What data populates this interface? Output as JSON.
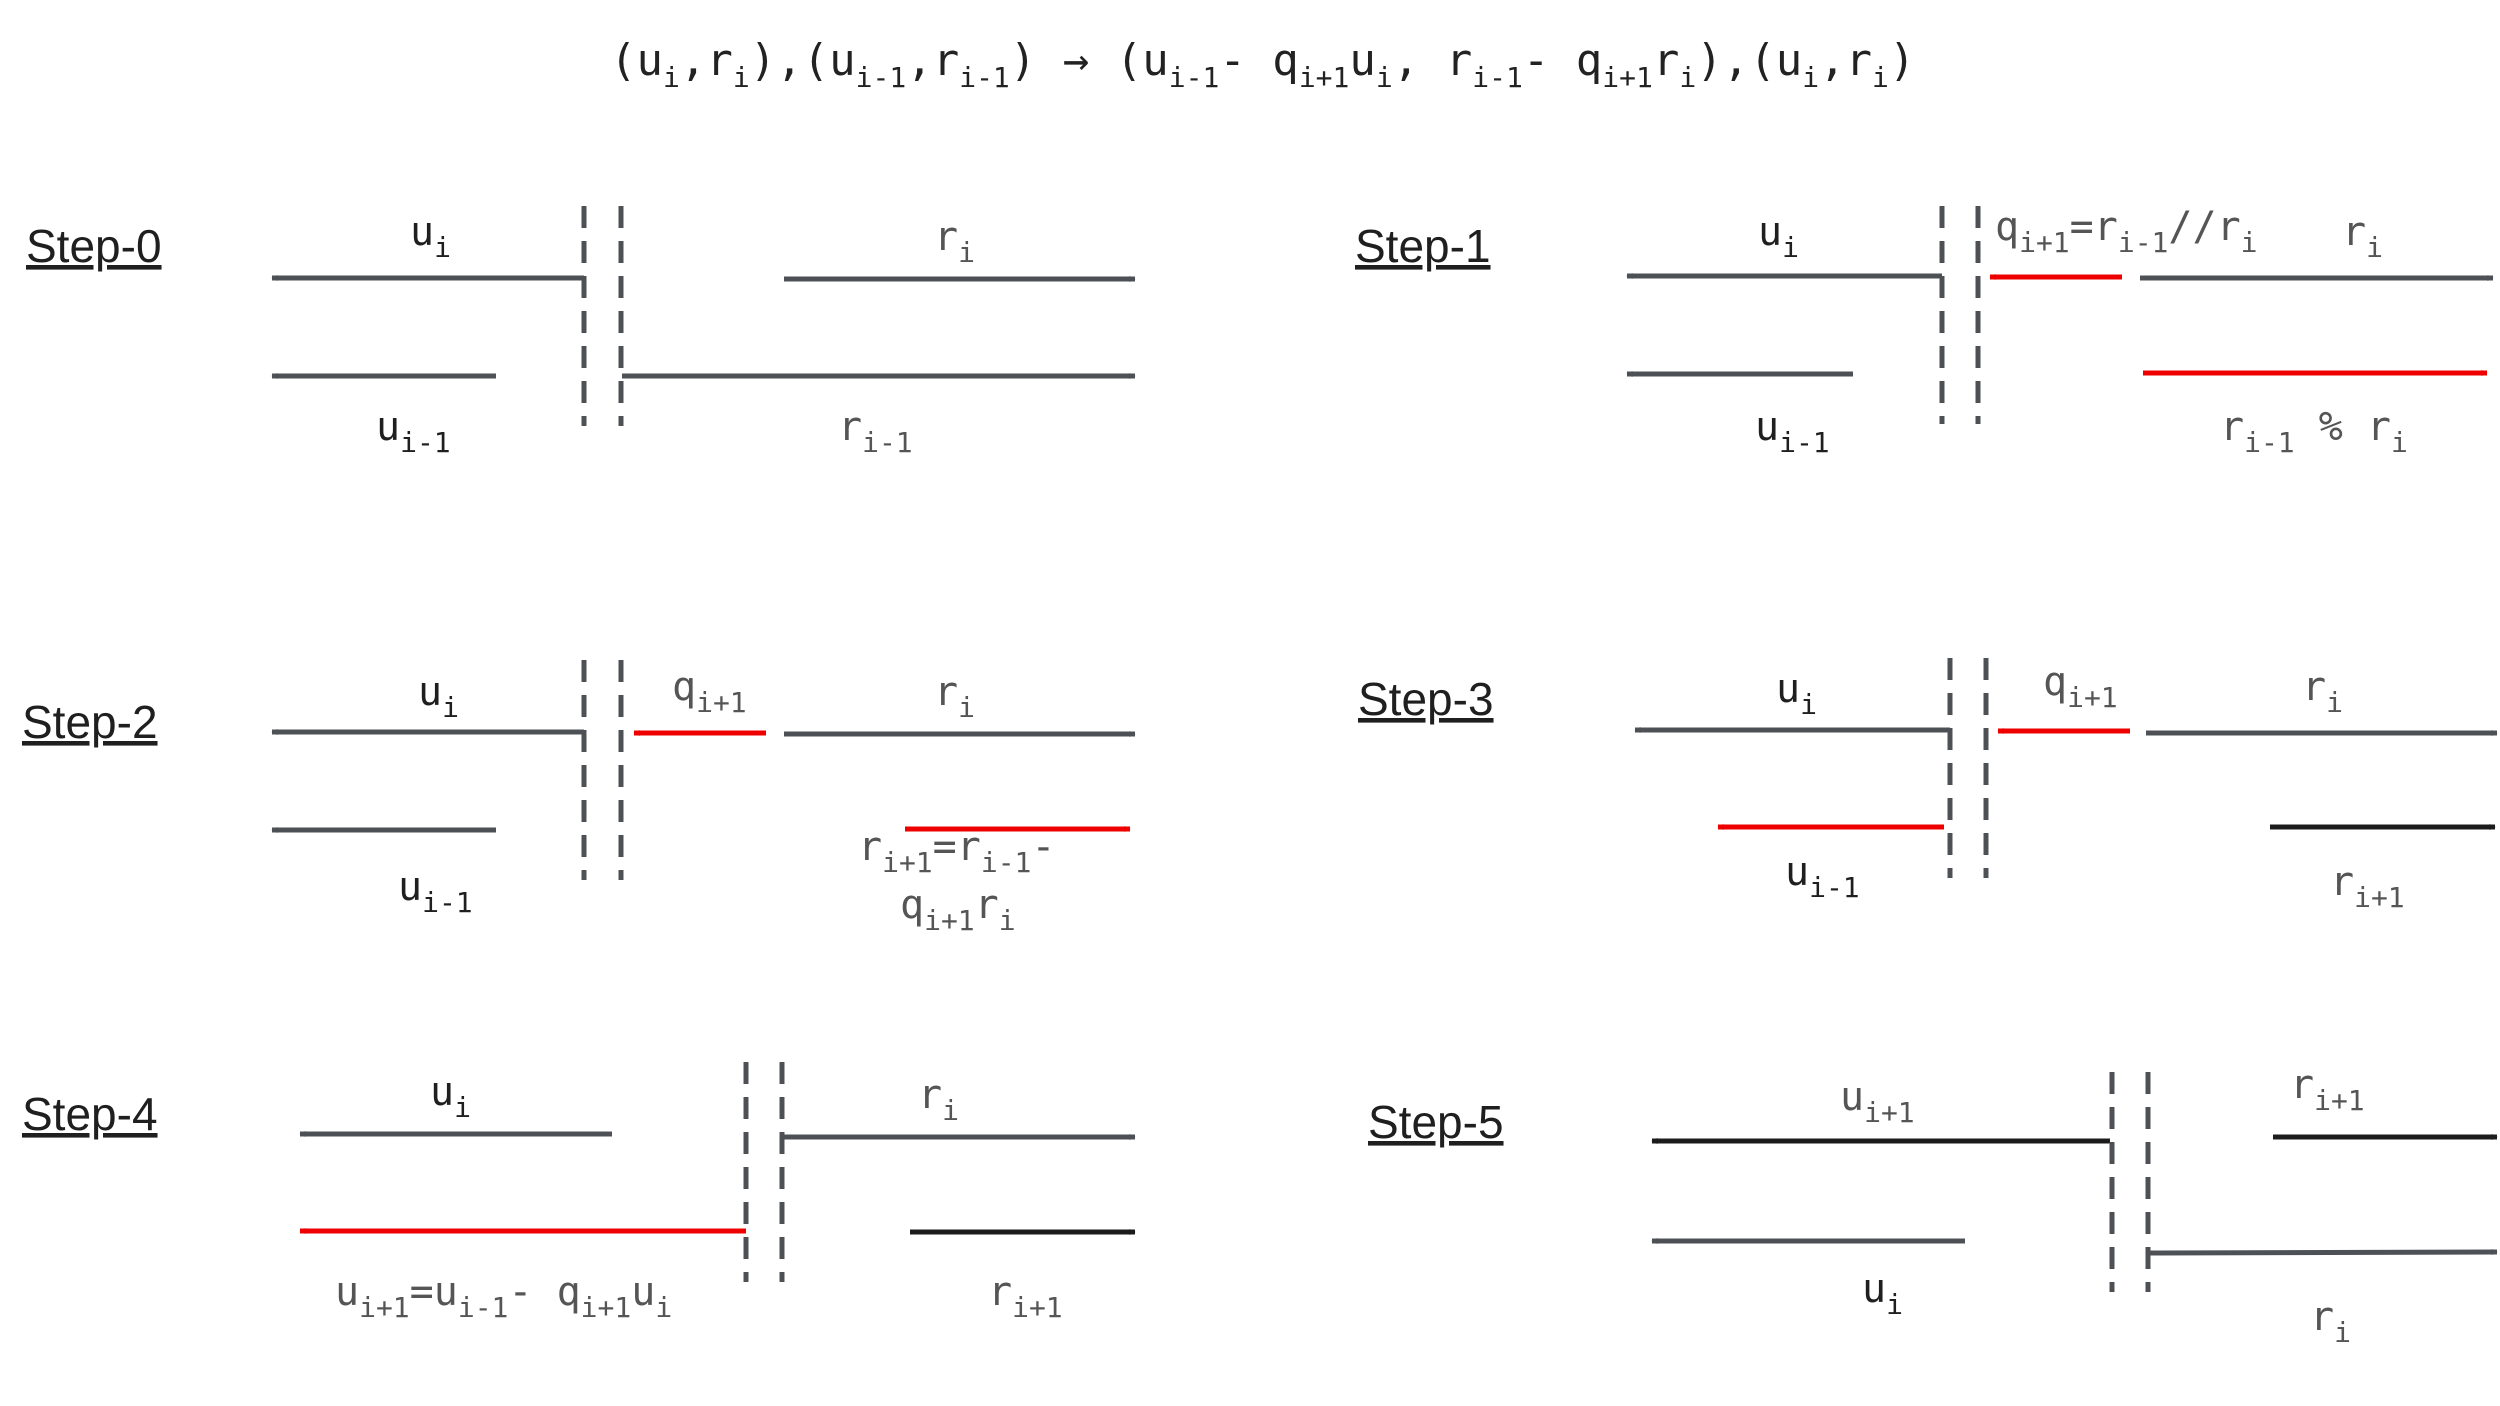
{
  "colors": {
    "gray": "#4d5156",
    "red": "#ee0000",
    "black": "#1c1c1c",
    "text_gray": "#555555",
    "text_dark": "#1f1f1f"
  },
  "header": {
    "formula": [
      {
        "t": "(u"
      },
      {
        "t": "i",
        "s": 1
      },
      {
        "t": ",r"
      },
      {
        "t": "i",
        "s": 1
      },
      {
        "t": "),(u"
      },
      {
        "t": "i-1",
        "s": 1
      },
      {
        "t": ",r"
      },
      {
        "t": "i-1",
        "s": 1
      },
      {
        "t": ") → (u"
      },
      {
        "t": "i-1",
        "s": 1
      },
      {
        "t": "- q"
      },
      {
        "t": "i+1",
        "s": 1
      },
      {
        "t": "u"
      },
      {
        "t": "i",
        "s": 1
      },
      {
        "t": ", r"
      },
      {
        "t": "i-1",
        "s": 1
      },
      {
        "t": "- q"
      },
      {
        "t": "i+1",
        "s": 1
      },
      {
        "t": "r"
      },
      {
        "t": "i",
        "s": 1
      },
      {
        "t": "),(u"
      },
      {
        "t": "i",
        "s": 1
      },
      {
        "t": ",r"
      },
      {
        "t": "i",
        "s": 1
      },
      {
        "t": ")"
      }
    ]
  },
  "steps": [
    {
      "title": "Step-0",
      "labels": [
        {
          "name": "label-u-i",
          "color": "text_dark",
          "parts": [
            {
              "t": "u"
            },
            {
              "t": "i",
              "s": 1
            }
          ]
        },
        {
          "name": "label-r-i",
          "color": "text_gray",
          "parts": [
            {
              "t": "r"
            },
            {
              "t": "i",
              "s": 1
            }
          ]
        },
        {
          "name": "label-u-i-1",
          "color": "text_dark",
          "parts": [
            {
              "t": "u"
            },
            {
              "t": "i-1",
              "s": 1
            }
          ]
        },
        {
          "name": "label-r-i-1",
          "color": "text_gray",
          "parts": [
            {
              "t": "r"
            },
            {
              "t": "i-1",
              "s": 1
            }
          ]
        }
      ]
    },
    {
      "title": "Step-1",
      "labels": [
        {
          "name": "label-u-i",
          "color": "text_dark",
          "parts": [
            {
              "t": "u"
            },
            {
              "t": "i",
              "s": 1
            }
          ]
        },
        {
          "name": "label-quotient",
          "color": "text_gray",
          "parts": [
            {
              "t": "q"
            },
            {
              "t": "i+1",
              "s": 1
            },
            {
              "t": "=r"
            },
            {
              "t": "i-1",
              "s": 1
            },
            {
              "t": "//r"
            },
            {
              "t": "i",
              "s": 1
            }
          ]
        },
        {
          "name": "label-r-i",
          "color": "text_gray",
          "parts": [
            {
              "t": "r"
            },
            {
              "t": "i",
              "s": 1
            }
          ]
        },
        {
          "name": "label-u-i-1",
          "color": "text_dark",
          "parts": [
            {
              "t": "u"
            },
            {
              "t": "i-1",
              "s": 1
            }
          ]
        },
        {
          "name": "label-remainder",
          "color": "text_gray",
          "parts": [
            {
              "t": "r"
            },
            {
              "t": "i-1",
              "s": 1
            },
            {
              "t": " % r"
            },
            {
              "t": "i",
              "s": 1
            }
          ]
        }
      ]
    },
    {
      "title": "Step-2",
      "labels": [
        {
          "name": "label-u-i",
          "color": "text_dark",
          "parts": [
            {
              "t": "u"
            },
            {
              "t": "i",
              "s": 1
            }
          ]
        },
        {
          "name": "label-q-i-1",
          "color": "text_gray",
          "parts": [
            {
              "t": "q"
            },
            {
              "t": "i+1",
              "s": 1
            }
          ]
        },
        {
          "name": "label-r-i",
          "color": "text_gray",
          "parts": [
            {
              "t": "r"
            },
            {
              "t": "i",
              "s": 1
            }
          ]
        },
        {
          "name": "label-u-i-1",
          "color": "text_dark",
          "parts": [
            {
              "t": "u"
            },
            {
              "t": "i-1",
              "s": 1
            }
          ]
        },
        {
          "name": "label-r-next-line1",
          "color": "text_gray",
          "parts": [
            {
              "t": "r"
            },
            {
              "t": "i+1",
              "s": 1
            },
            {
              "t": "=r"
            },
            {
              "t": "i-1",
              "s": 1
            },
            {
              "t": "-"
            }
          ]
        },
        {
          "name": "label-r-next-line2",
          "color": "text_gray",
          "parts": [
            {
              "t": "q"
            },
            {
              "t": "i+1",
              "s": 1
            },
            {
              "t": "r"
            },
            {
              "t": "i",
              "s": 1
            }
          ]
        }
      ]
    },
    {
      "title": "Step-3",
      "labels": [
        {
          "name": "label-u-i",
          "color": "text_dark",
          "parts": [
            {
              "t": "u"
            },
            {
              "t": "i",
              "s": 1
            }
          ]
        },
        {
          "name": "label-q-i-1",
          "color": "text_gray",
          "parts": [
            {
              "t": "q"
            },
            {
              "t": "i+1",
              "s": 1
            }
          ]
        },
        {
          "name": "label-r-i",
          "color": "text_gray",
          "parts": [
            {
              "t": "r"
            },
            {
              "t": "i",
              "s": 1
            }
          ]
        },
        {
          "name": "label-u-i-1",
          "color": "text_dark",
          "parts": [
            {
              "t": "u"
            },
            {
              "t": "i-1",
              "s": 1
            }
          ]
        },
        {
          "name": "label-r-i-plus-1",
          "color": "text_gray",
          "parts": [
            {
              "t": "r"
            },
            {
              "t": "i+1",
              "s": 1
            }
          ]
        }
      ]
    },
    {
      "title": "Step-4",
      "labels": [
        {
          "name": "label-u-i",
          "color": "text_dark",
          "parts": [
            {
              "t": "u"
            },
            {
              "t": "i",
              "s": 1
            }
          ]
        },
        {
          "name": "label-r-i",
          "color": "text_gray",
          "parts": [
            {
              "t": "r"
            },
            {
              "t": "i",
              "s": 1
            }
          ]
        },
        {
          "name": "label-u-next",
          "color": "text_gray",
          "parts": [
            {
              "t": "u"
            },
            {
              "t": "i+1",
              "s": 1
            },
            {
              "t": "=u"
            },
            {
              "t": "i-1",
              "s": 1
            },
            {
              "t": "- q"
            },
            {
              "t": "i+1",
              "s": 1
            },
            {
              "t": "u"
            },
            {
              "t": "i",
              "s": 1
            }
          ]
        },
        {
          "name": "label-r-i-plus-1",
          "color": "text_gray",
          "parts": [
            {
              "t": "r"
            },
            {
              "t": "i+1",
              "s": 1
            }
          ]
        }
      ]
    },
    {
      "title": "Step-5",
      "labels": [
        {
          "name": "label-u-i-plus-1",
          "color": "text_gray",
          "parts": [
            {
              "t": "u"
            },
            {
              "t": "i+1",
              "s": 1
            }
          ]
        },
        {
          "name": "label-r-i-plus-1",
          "color": "text_gray",
          "parts": [
            {
              "t": "r"
            },
            {
              "t": "i+1",
              "s": 1
            }
          ]
        },
        {
          "name": "label-u-i",
          "color": "text_dark",
          "parts": [
            {
              "t": "u"
            },
            {
              "t": "i",
              "s": 1
            }
          ]
        },
        {
          "name": "label-r-i",
          "color": "text_gray",
          "parts": [
            {
              "t": "r"
            },
            {
              "t": "i",
              "s": 1
            }
          ]
        }
      ]
    }
  ]
}
